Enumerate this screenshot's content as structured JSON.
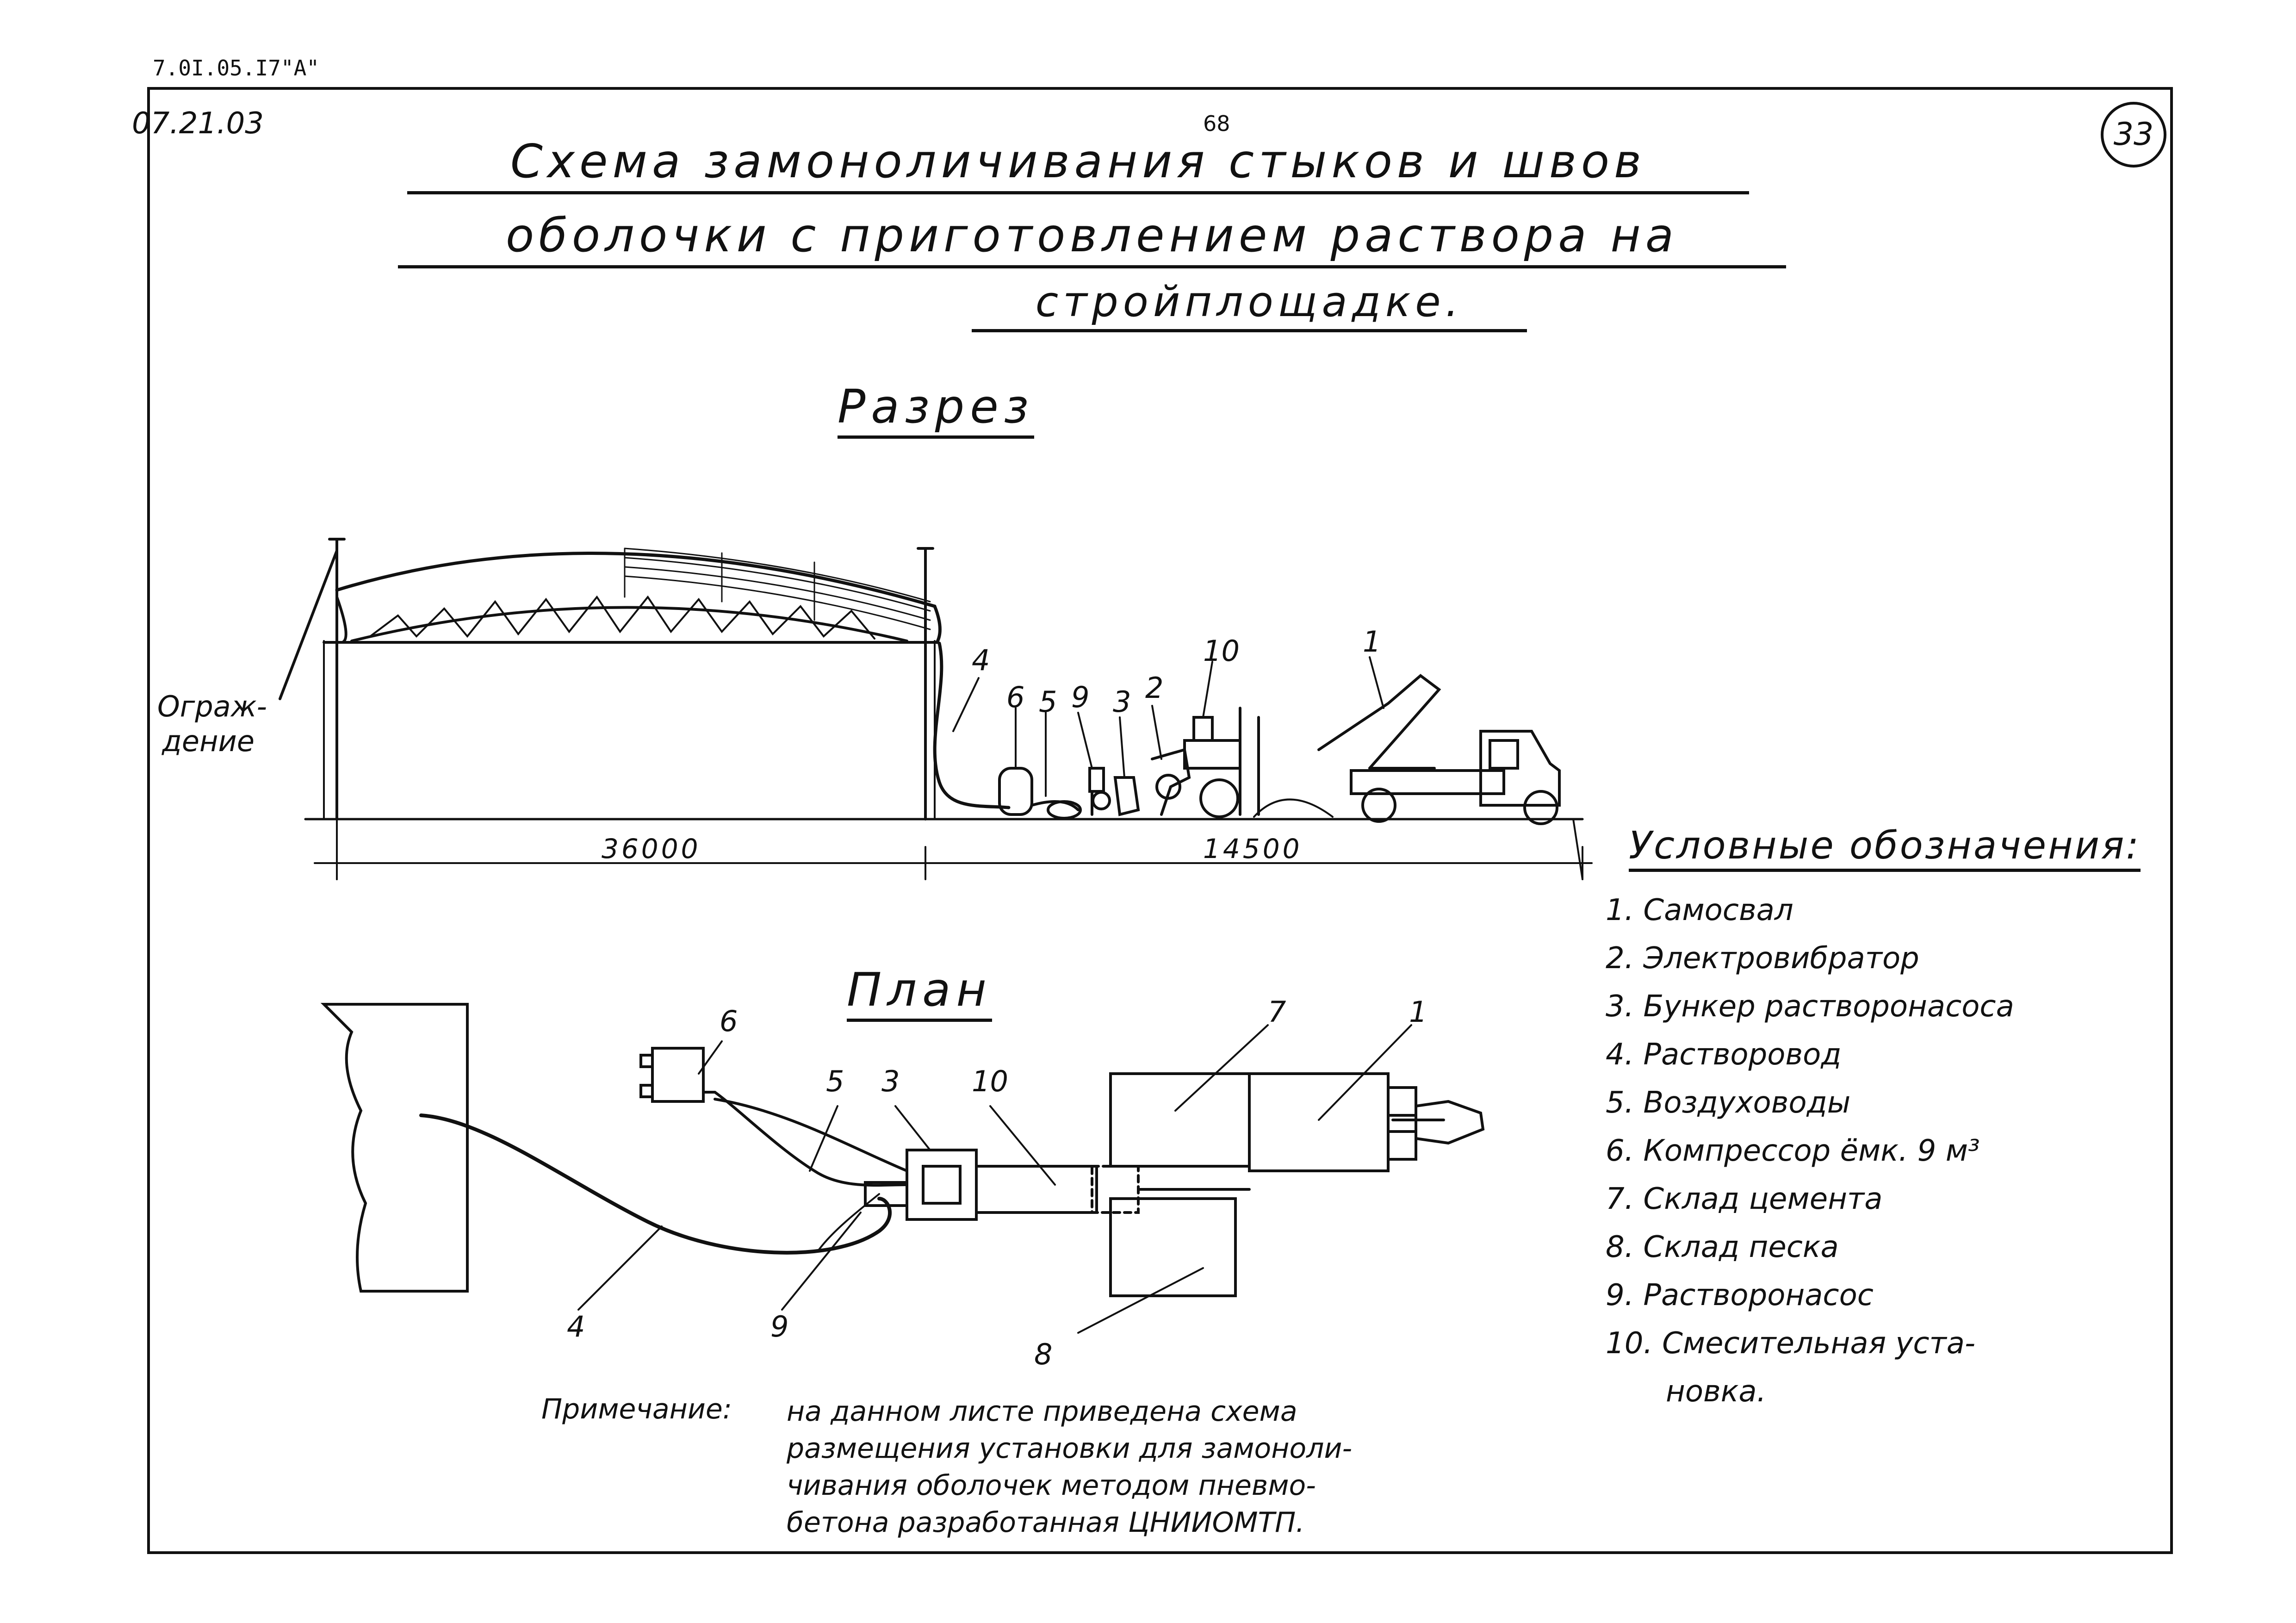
{
  "header": {
    "doc_code": "7.0I.05.I7\"A\"",
    "doc_date": "07.21.03",
    "page_number": "68",
    "sheet_number": "33"
  },
  "title": {
    "line1": "Схема замоноличивания стыков и швов",
    "line2": "оболочки с приготовлением раствора на",
    "line3": "стройплощадке."
  },
  "section": {
    "title": "Разрез",
    "fence_label_1": "Ограж-",
    "fence_label_2": "дение",
    "dim_1": "36000",
    "dim_2": "14500",
    "callouts": [
      "4",
      "6",
      "5",
      "9",
      "3",
      "2",
      "10",
      "1"
    ]
  },
  "plan": {
    "title": "План",
    "callouts": [
      "6",
      "5",
      "3",
      "10",
      "7",
      "1",
      "4",
      "9",
      "8"
    ]
  },
  "legend": {
    "title": "Условные обозначения:",
    "items": [
      "1. Самосвал",
      "2. Электровибратор",
      "3. Бункер растворонасоса",
      "4. Растворовод",
      "5. Воздуховоды",
      "6. Компрессор ёмк. 9 м³",
      "7. Склад цемента",
      "8. Склад песка",
      "9. Растворонасос",
      "10. Смесительная уста-",
      "новка."
    ]
  },
  "note": {
    "label": "Примечание:",
    "text": "на данном листе приведена схема\nразмещения установки для замоноли-\nчивания оболочек методом пневмо-\nбетона разработанная ЦНИИОМТП."
  }
}
